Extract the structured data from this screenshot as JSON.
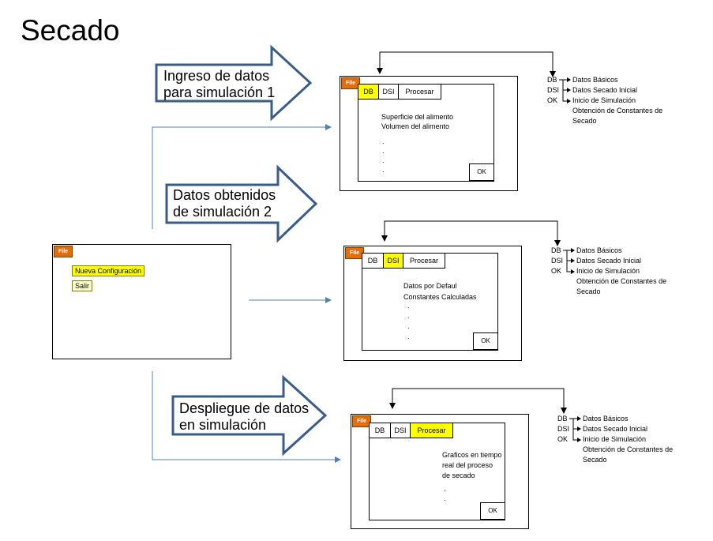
{
  "title": "Secado",
  "arrows": [
    {
      "line1": "Ingreso de datos",
      "line2": "para simulación 1"
    },
    {
      "line1": "Datos obtenidos",
      "line2": "de simulación 2"
    },
    {
      "line1": "Despliegue de datos",
      "line2": "en simulación"
    }
  ],
  "main_window": {
    "file_label": "File",
    "menu_items": [
      "Nueva Configuración",
      "Salir"
    ]
  },
  "panels": [
    {
      "file_label": "File",
      "tabs": [
        "DB",
        "DSI",
        "Procesar"
      ],
      "active_tab": 0,
      "content_lines": [
        "Superficie del alimento",
        "Volumen del alimento"
      ],
      "dots": [
        ".",
        ".",
        ".",
        "."
      ],
      "ok_label": "OK"
    },
    {
      "file_label": "File",
      "tabs": [
        "DB",
        "DSI",
        "Procesar"
      ],
      "active_tab": 1,
      "content_lines": [
        "Datos por Defaul",
        "Constantes Calculadas"
      ],
      "dots": [
        ".",
        ".",
        ".",
        "."
      ],
      "ok_label": "OK"
    },
    {
      "file_label": "File",
      "tabs": [
        "DB",
        "DSI",
        "Procesar"
      ],
      "active_tab": 2,
      "content_lines": [
        "Graficos en tiempo",
        "real del proceso",
        "de secado"
      ],
      "dots": [
        ".",
        "."
      ],
      "ok_label": "OK"
    }
  ],
  "legend": {
    "db": "DB",
    "dsi": "DSI",
    "ok": "OK",
    "db_text": "Datos Básicos",
    "dsi_text": "Datos Secado Inicial",
    "ok_text": "Inicio de Simulación",
    "extra_line1": "Obtención de Constantes de",
    "extra_line2": "Secado"
  },
  "colors": {
    "file_tab": "#e46c0a",
    "active_tab": "#ffff00",
    "menu_yellow": "#ffff00",
    "menu_pale": "#ffffcc",
    "big_arrow_border": "#2f4f7f",
    "connector": "#4f81bd"
  }
}
